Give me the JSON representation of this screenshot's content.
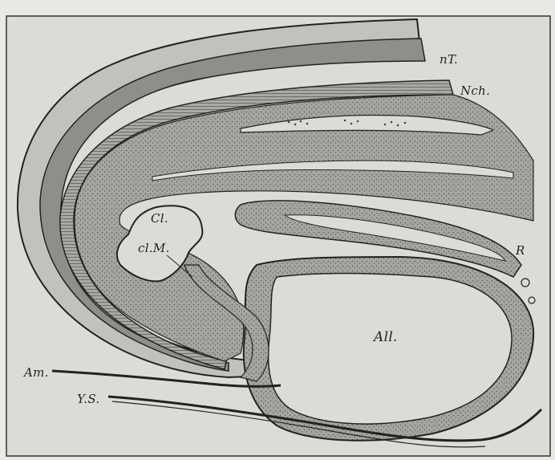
{
  "figure": {
    "labels": {
      "nT": "nT.",
      "Nch": "Nch.",
      "Cl": "Cl.",
      "clM": "cl.M.",
      "All": "All.",
      "R": "R",
      "Am": "Am.",
      "YS": "Y.S."
    },
    "colors": {
      "background": "#e9e9e6",
      "frame": "#333333",
      "ink": "#2a2a2a",
      "stipple_tissue": "#9c9c98",
      "light_layer": "#c2c2bd",
      "dark_layer": "#8e8e8a",
      "cavity": "#dcdcd7"
    }
  }
}
